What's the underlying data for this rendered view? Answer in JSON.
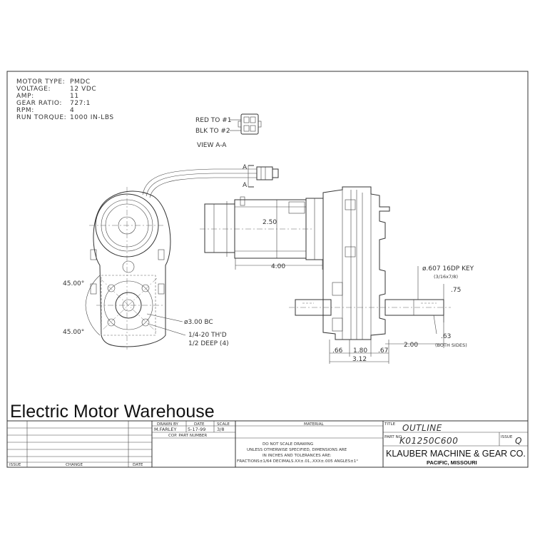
{
  "brand": "Electric Motor Warehouse",
  "specs": [
    {
      "label": "MOTOR TYPE:",
      "value": "PMDC"
    },
    {
      "label": "VOLTAGE:",
      "value": "12 VDC"
    },
    {
      "label": "AMP:",
      "value": "11"
    },
    {
      "label": "GEAR RATIO:",
      "value": "727:1"
    },
    {
      "label": "RPM:",
      "value": "4"
    },
    {
      "label": "RUN TORQUE:",
      "value": "1000 IN-LBS"
    }
  ],
  "wiring": {
    "red": "RED TO #1",
    "blk": "BLK TO #2",
    "view": "VIEW A-A"
  },
  "section_mark": "A",
  "dims": {
    "angle_top": "45.00°",
    "angle_bottom": "45.00°",
    "bc": "ø3.00 BC",
    "thread1": "1/4-20 TH'D",
    "thread2": "1/2 DEEP (4)",
    "height": "2.50",
    "length": "4.00",
    "key1": "ø.607 16DP KEY",
    "key2": "(3/16x7/8)",
    "shaft_dia": ".75",
    "shaft_len": "2.00",
    "flat": ".63",
    "flat_note": "(BOTH SIDES)",
    "d1": ".66",
    "d2": "1.80",
    "d3": ".67",
    "overall": "3.12"
  },
  "title_block": {
    "drawn_by_label": "DRAWN BY",
    "date_label": "DATE",
    "scale_label": "SCALE",
    "drawn_by": "M.FARLEY",
    "date": "5-17-99",
    "scale": "3/8",
    "cop_part": "COP. PART NUMBER",
    "material_label": "MATERIAL",
    "notes": [
      "DO NOT SCALE DRAWING",
      "UNLESS OTHERWISE SPECIFIED, DIMENSIONS ARE",
      "IN INCHES AND TOLERANCES ARE:",
      "FRACTIONS±1/64  DECIMALS.XX±.01,.XXX±.005  ANGLES±1°"
    ],
    "title_label": "TITLE",
    "title": "OUTLINE",
    "part_label": "PART NO.",
    "part_no": "K01250C600",
    "issue_label": "ISSUE",
    "issue": "Q",
    "company": "KLAUBER MACHINE & GEAR CO.",
    "city": "PACIFIC, MISSOURI",
    "rev_issue": "ISSUE",
    "rev_change": "CHANGE",
    "rev_date": "DATE"
  }
}
